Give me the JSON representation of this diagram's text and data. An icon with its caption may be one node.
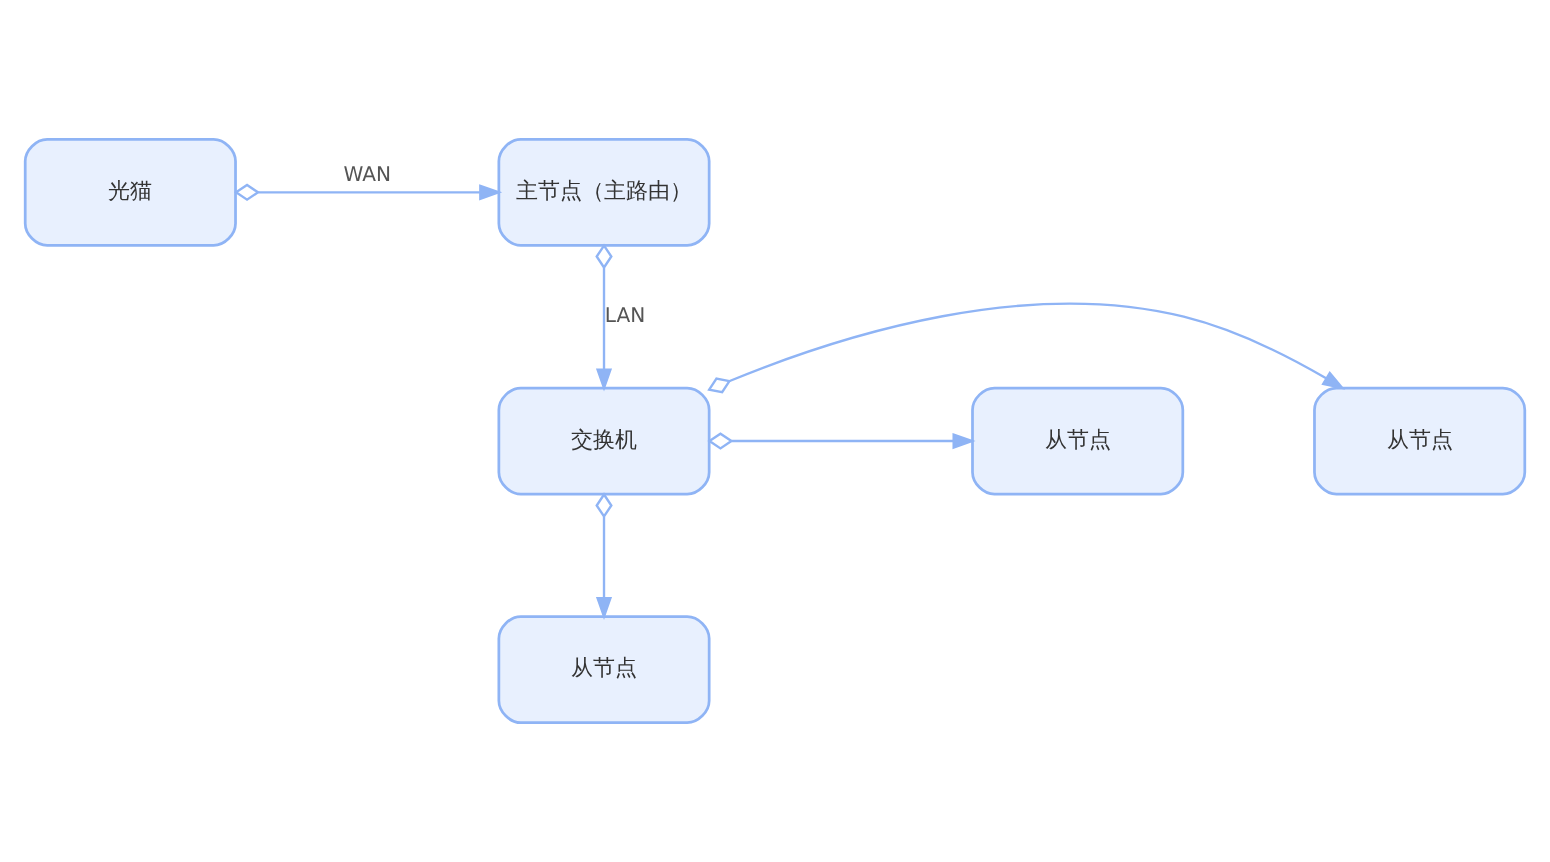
{
  "diagram": {
    "nodes": [
      {
        "text": [
          "光猫"
        ]
      },
      {
        "text": [
          "主节点（主路由）"
        ]
      },
      {
        "text": [
          "从节点"
        ]
      },
      {
        "text": [
          "交换机"
        ]
      },
      {
        "text": [
          "从节点"
        ]
      },
      {
        "text": [
          "从节点"
        ]
      }
    ],
    "edges": [
      {
        "from": 0,
        "to": 1,
        "arrow": "to",
        "label": "WAN"
      },
      {
        "from": 1,
        "to": 3,
        "arrow": "to",
        "label": "LAN"
      },
      {
        "from": 3,
        "to": 2,
        "arrow": "to"
      },
      {
        "from": 3,
        "to": 4,
        "arrow": "to"
      },
      {
        "from": 3,
        "to": 5,
        "arrow": "to"
      }
    ]
  }
}
